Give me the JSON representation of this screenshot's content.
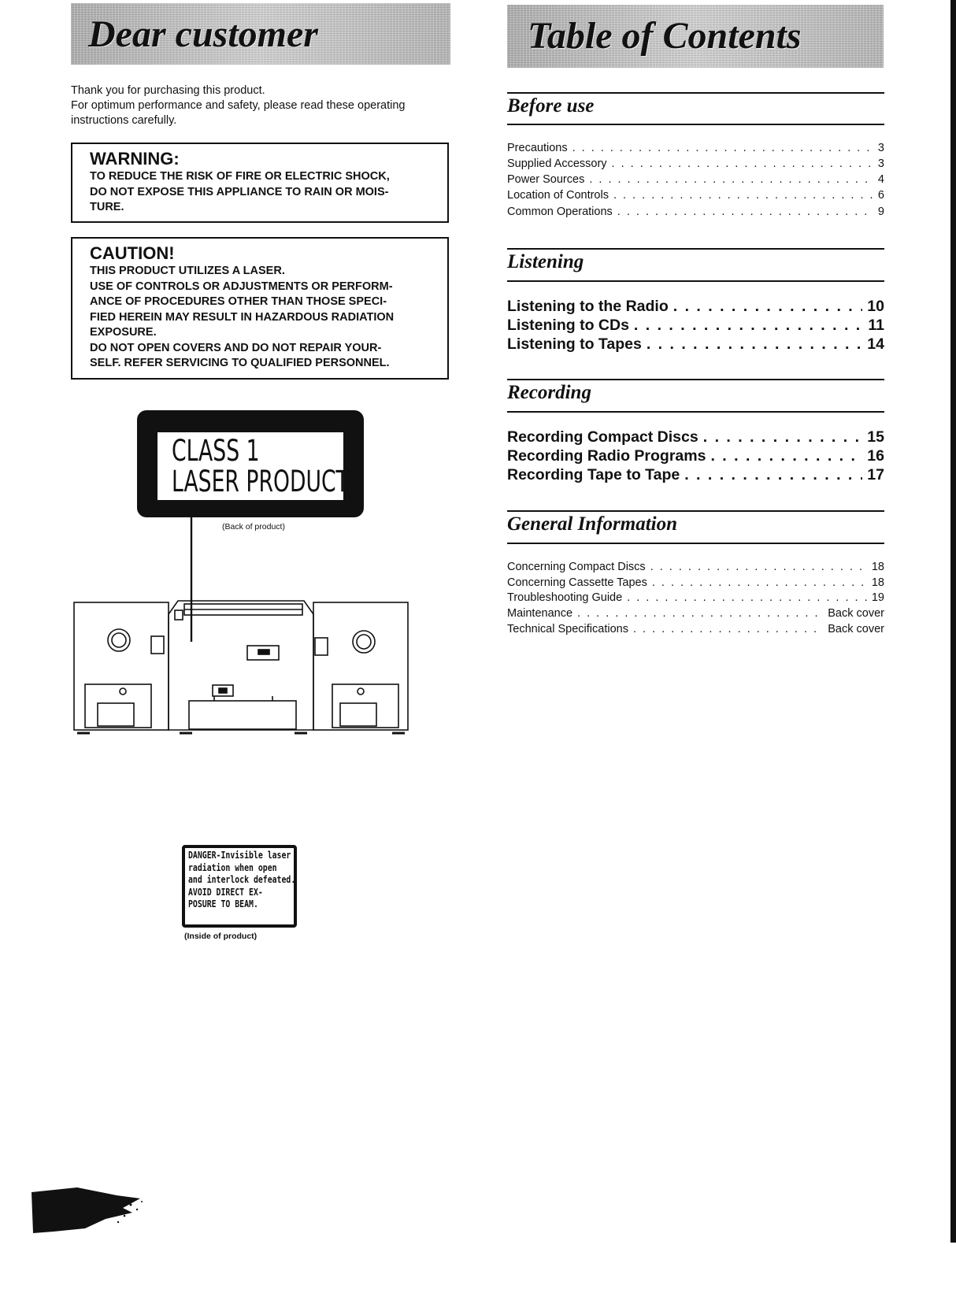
{
  "left": {
    "banner_title": "Dear customer",
    "intro_lines": [
      "Thank you for purchasing this product.",
      "For optimum performance and safety, please read these operating",
      "instructions carefully."
    ],
    "warning": {
      "heading": "WARNING:",
      "lines": [
        "TO REDUCE THE RISK OF FIRE OR ELECTRIC SHOCK,",
        "DO NOT EXPOSE THIS APPLIANCE TO RAIN OR MOIS-",
        "TURE."
      ]
    },
    "caution": {
      "heading": "CAUTION!",
      "lines": [
        "THIS PRODUCT UTILIZES A LASER.",
        "USE OF CONTROLS OR ADJUSTMENTS OR PERFORM-",
        "ANCE OF PROCEDURES OTHER THAN THOSE SPECI-",
        "FIED HEREIN MAY RESULT IN HAZARDOUS RADIATION",
        "EXPOSURE.",
        "DO NOT OPEN COVERS AND DO NOT REPAIR YOUR-",
        "SELF. REFER SERVICING TO QUALIFIED PERSONNEL."
      ]
    },
    "laser_label": {
      "line1": "CLASS 1",
      "line2": "LASER PRODUCT"
    },
    "back_caption": "(Back of product)",
    "danger_label": [
      "DANGER-Invisible laser",
      "radiation when open",
      "and interlock defeated.",
      "AVOID DIRECT EX-",
      "POSURE TO BEAM."
    ],
    "inside_caption": "(Inside of product)"
  },
  "toc": {
    "banner_title": "Table of Contents",
    "sections": [
      {
        "heading": "Before use",
        "style": "small",
        "entries": [
          {
            "title": "Precautions",
            "page": "3"
          },
          {
            "title": "Supplied Accessory",
            "page": "3"
          },
          {
            "title": "Power Sources",
            "page": "4"
          },
          {
            "title": "Location of Controls",
            "page": "6"
          },
          {
            "title": "Common Operations",
            "page": "9"
          }
        ]
      },
      {
        "heading": "Listening",
        "style": "big",
        "entries": [
          {
            "title": "Listening to the Radio",
            "page": "10"
          },
          {
            "title": "Listening to CDs",
            "page": "11"
          },
          {
            "title": "Listening to Tapes",
            "page": "14"
          }
        ]
      },
      {
        "heading": "Recording",
        "style": "big",
        "entries": [
          {
            "title": "Recording Compact Discs",
            "page": "15"
          },
          {
            "title": "Recording Radio Programs",
            "page": "16"
          },
          {
            "title": "Recording Tape to Tape",
            "page": "17"
          }
        ]
      },
      {
        "heading": "General Information",
        "style": "small",
        "entries": [
          {
            "title": "Concerning Compact Discs",
            "page": "18"
          },
          {
            "title": "Concerning Cassette Tapes",
            "page": "18"
          },
          {
            "title": "Troubleshooting Guide",
            "page": "19"
          },
          {
            "title": "Maintenance",
            "page": "Back cover"
          },
          {
            "title": "Technical Specifications",
            "page": "Back cover"
          }
        ]
      }
    ]
  }
}
